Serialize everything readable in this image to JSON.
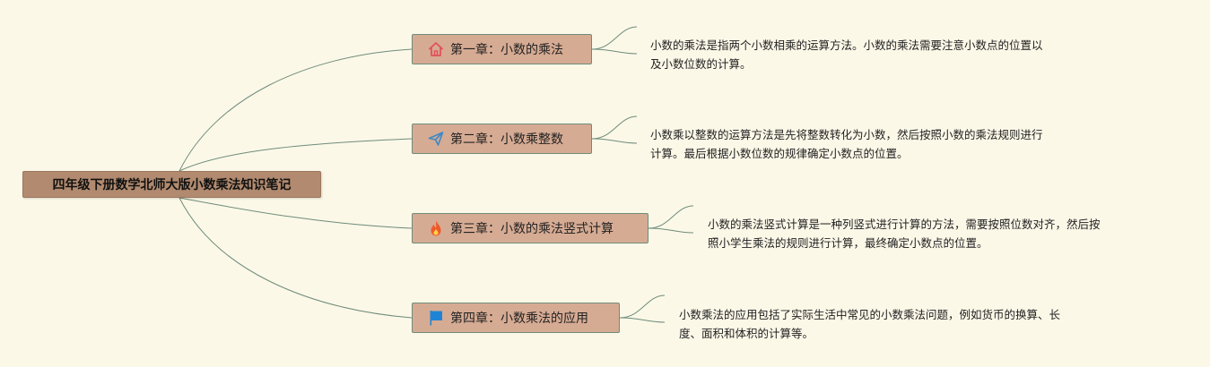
{
  "root": {
    "label": "四年级下册数学北师大版小数乘法知识笔记"
  },
  "chapters": [
    {
      "label": "第一章：小数的乘法",
      "icon": "house-icon",
      "icon_color": "#e0525f",
      "note": [
        "小数的乘法是指两个小数相乘的运算方法。小数的乘法需要注意小数点的位置以",
        "及小数位数的计算。"
      ]
    },
    {
      "label": "第二章：小数乘整数",
      "icon": "paper-plane-icon",
      "icon_color": "#3f88c5",
      "note": [
        "小数乘以整数的运算方法是先将整数转化为小数，然后按照小数的乘法规则进行",
        "计算。最后根据小数位数的规律确定小数点的位置。"
      ]
    },
    {
      "label": "第三章：小数的乘法竖式计算",
      "icon": "flame-icon",
      "icon_color": "#ef5a2b",
      "note": [
        "小数的乘法竖式计算是一种列竖式进行计算的方法，需要按照位数对齐，然后按",
        "照小学生乘法的规则进行计算，最终确定小数点的位置。"
      ]
    },
    {
      "label": "第四章：小数乘法的应用",
      "icon": "flag-icon",
      "icon_color": "#1f84d6",
      "note": [
        "小数乘法的应用包括了实际生活中常见的小数乘法问题，例如货币的换算、长",
        "度、面积和体积的计算等。"
      ]
    }
  ],
  "colors": {
    "background": "#fcf8e8",
    "root_fill": "#b18a6f",
    "topic_fill": "#d6ab93",
    "connector": "#6e8c7a"
  }
}
